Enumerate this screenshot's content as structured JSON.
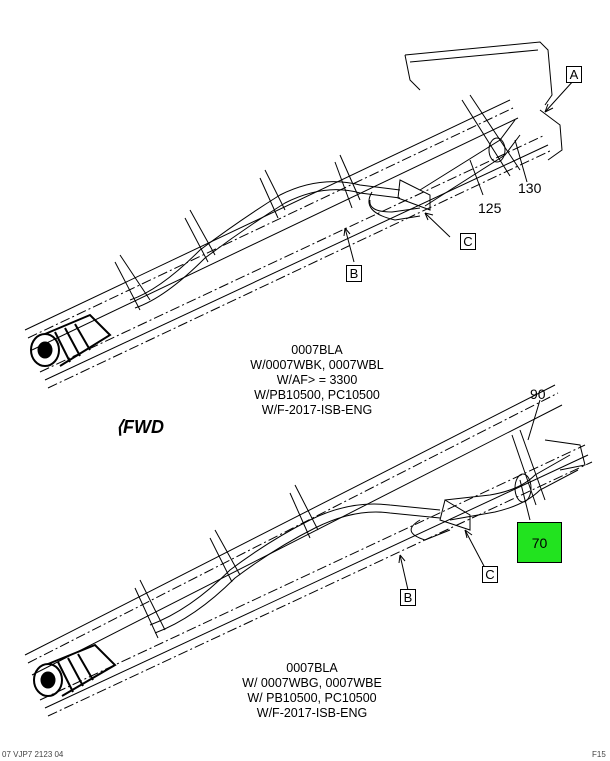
{
  "callouts": {
    "upper": {
      "a": "A",
      "b": "B",
      "c": "C",
      "p130": "130",
      "p125": "125"
    },
    "lower": {
      "p90": "90",
      "p70": "70",
      "b": "B",
      "c": "C"
    }
  },
  "notes": {
    "upper": [
      "0007BLA",
      "W/0007WBK, 0007WBL",
      "W/AF> = 3300",
      "W/PB10500, PC10500",
      "W/F-2017-ISB-ENG"
    ],
    "lower": [
      "0007BLA",
      "W/ 0007WBG, 0007WBE",
      "W/ PB10500, PC10500",
      "W/F-2017-ISB-ENG"
    ]
  },
  "fwd": "FWD",
  "footer": {
    "left": "07 VJP7 2123 04",
    "right": "F15"
  },
  "colors": {
    "highlight": "#22e31f"
  }
}
